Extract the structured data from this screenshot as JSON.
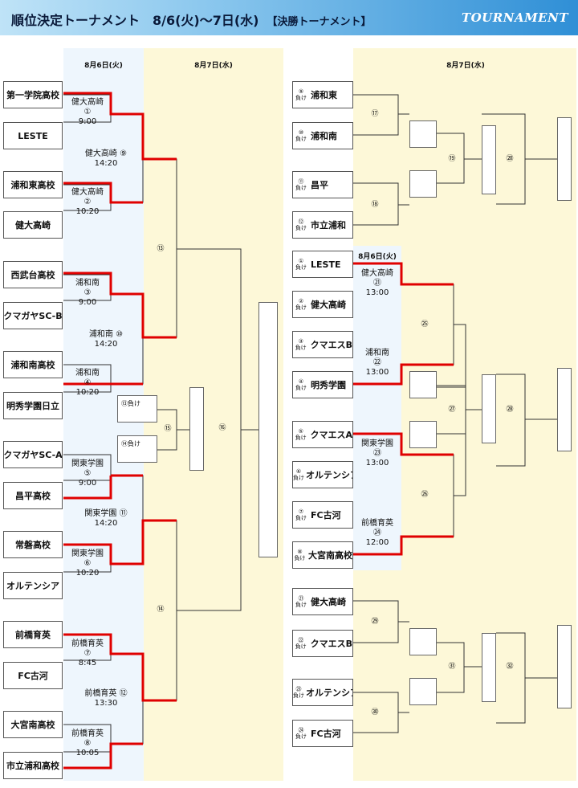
{
  "header": {
    "title": "順位決定トーナメント　8/6(火)～7日(水)",
    "subtitle": "【決勝トーナメント】",
    "logo": "TOURNAMENT"
  },
  "left": {
    "day1_label": "8月6日(火)",
    "day2_label": "8月7日(水)",
    "teams": [
      "第一学院高校",
      "LESTE",
      "浦和東高校",
      "健大高崎",
      "西武台高校",
      "クマガヤSC-B",
      "浦和南高校",
      "明秀学園日立",
      "クマガヤSC-A",
      "昌平高校",
      "常磐高校",
      "オルテンシア",
      "前橋育英",
      "FC古河",
      "大宮南高校",
      "市立浦和高校"
    ],
    "matches": [
      {
        "winner": "健大高崎",
        "num": "①",
        "time": "9:00"
      },
      {
        "winner": "健大高崎",
        "num": "②",
        "time": "10:20"
      },
      {
        "winner": "浦和南",
        "num": "③",
        "time": "9:00"
      },
      {
        "winner": "浦和南",
        "num": "④",
        "time": "10:20"
      },
      {
        "winner": "関東学園",
        "num": "⑤",
        "time": "9:00"
      },
      {
        "winner": "関東学園",
        "num": "⑥",
        "time": "10:20"
      },
      {
        "winner": "前橋育英",
        "num": "⑦",
        "time": "8:45"
      },
      {
        "winner": "前橋育英",
        "num": "⑧",
        "time": "10:05"
      }
    ],
    "round2": [
      {
        "winner": "健大高崎",
        "num": "⑨",
        "time": "14:20"
      },
      {
        "winner": "浦和南",
        "num": "⑩",
        "time": "14:20"
      },
      {
        "winner": "関東学園",
        "num": "⑪",
        "time": "14:20"
      },
      {
        "winner": "前橋育英",
        "num": "⑫",
        "time": "13:30"
      }
    ],
    "semi_nums": [
      "⑬",
      "⑭"
    ],
    "final_num": "⑯",
    "consolation": {
      "num": "⑮",
      "slot_a": "⑬負け",
      "slot_b": "⑭負け"
    }
  },
  "right": {
    "day_label": "8月7日(水)",
    "day1_label": "8月6日(火)",
    "lose_suffix": "負け",
    "groupA": {
      "teams": [
        {
          "ref": "⑨",
          "name": "浦和東"
        },
        {
          "ref": "⑩",
          "name": "浦和南"
        },
        {
          "ref": "⑪",
          "name": "昌平"
        },
        {
          "ref": "⑫",
          "name": "市立浦和"
        }
      ],
      "nums": [
        "⑰",
        "⑱",
        "⑲",
        "⑳"
      ]
    },
    "groupB": {
      "teams": [
        {
          "ref": "①",
          "name": "LESTE"
        },
        {
          "ref": "②",
          "name": "健大高崎"
        },
        {
          "ref": "③",
          "name": "クマエスB"
        },
        {
          "ref": "④",
          "name": "明秀学園"
        },
        {
          "ref": "⑤",
          "name": "クマエスA"
        },
        {
          "ref": "⑥",
          "name": "オルテンシア"
        },
        {
          "ref": "⑦",
          "name": "FC古河"
        },
        {
          "ref": "⑧",
          "name": "大宮南高校"
        }
      ],
      "matches": [
        {
          "winner": "健大高崎",
          "num": "㉑",
          "time": "13:00"
        },
        {
          "winner": "浦和南",
          "num": "㉒",
          "time": "13:00"
        },
        {
          "winner": "関東学園",
          "num": "㉓",
          "time": "13:00"
        },
        {
          "winner": "前橋育英",
          "num": "㉔",
          "time": "12:00"
        }
      ],
      "nums": [
        "㉕",
        "㉖",
        "㉗",
        "㉘"
      ]
    },
    "groupC": {
      "teams": [
        {
          "ref": "㉑",
          "name": "健大高崎"
        },
        {
          "ref": "㉒",
          "name": "クマエスB"
        },
        {
          "ref": "㉓",
          "name": "オルテンシア"
        },
        {
          "ref": "㉔",
          "name": "FC古河"
        }
      ],
      "nums": [
        "㉙",
        "㉚",
        "㉛",
        "㉜"
      ]
    }
  },
  "colors": {
    "winner_line": "#e00000",
    "bracket_line": "#333333"
  }
}
